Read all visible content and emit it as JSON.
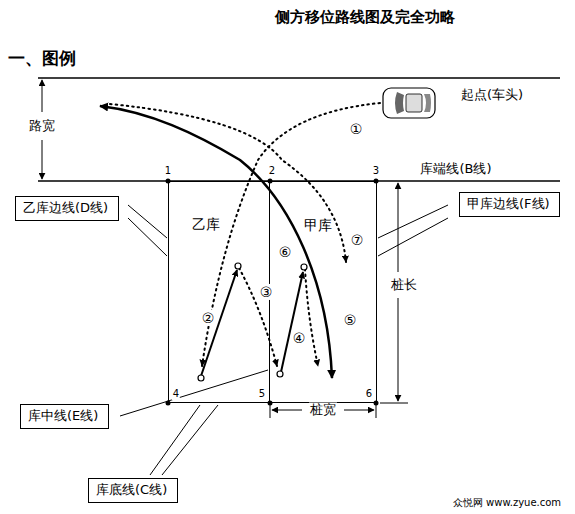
{
  "diagram": {
    "title": "侧方移位路线图及完全功略",
    "nodes": [
      {
        "text": [
          "乙库边线(D线)"
        ]
      },
      {
        "text": [
          "乙库"
        ]
      },
      {
        "text": [
          "甲库"
        ]
      },
      {
        "text": [
          "甲库边线(F线)"
        ]
      },
      {
        "text": [
          "库中线(E线)"
        ]
      },
      {
        "text": [
          "库底线(C线)"
        ]
      }
    ],
    "labels": [
      "一、图例",
      "起点(车头)",
      "路宽",
      "库端线(B线)",
      "1",
      "2",
      "3",
      "桩长",
      "①",
      "⑥",
      "⑦",
      "②",
      "③",
      "④",
      "⑤",
      "4",
      "5",
      "6",
      "桩宽",
      "众悦网 www.zyue.com"
    ]
  }
}
